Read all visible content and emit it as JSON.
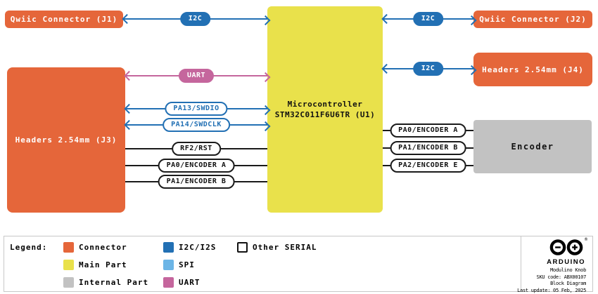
{
  "diagram": {
    "blocks": {
      "j1": {
        "label": "Qwiic Connector (J1)"
      },
      "j2": {
        "label": "Qwiic Connector (J2)"
      },
      "j3": {
        "label": "Headers 2.54mm (J3)"
      },
      "j4": {
        "label": "Headers 2.54mm (J4)"
      },
      "mcu": {
        "label_line1": "Microcontroller",
        "label_line2": "STM32C011F6U6TR (U1)"
      },
      "encoder": {
        "label": "Encoder"
      }
    },
    "connections": [
      {
        "label": "I2C",
        "style": "blue-solid"
      },
      {
        "label": "I2C",
        "style": "blue-solid"
      },
      {
        "label": "I2C",
        "style": "blue-solid"
      },
      {
        "label": "UART",
        "style": "pink-solid"
      },
      {
        "label": "PA13/SWDIO",
        "style": "blue-outline"
      },
      {
        "label": "PA14/SWDCLK",
        "style": "blue-outline"
      },
      {
        "label": "RF2/RST",
        "style": "black-outline"
      },
      {
        "label": "PA0/ENCODER A",
        "style": "black-outline"
      },
      {
        "label": "PA1/ENCODER B",
        "style": "black-outline"
      },
      {
        "label": "PA0/ENCODER A",
        "style": "black-outline"
      },
      {
        "label": "PA1/ENCODER B",
        "style": "black-outline"
      },
      {
        "label": "PA2/ENCODER E",
        "style": "black-outline"
      }
    ]
  },
  "legend": {
    "title": "Legend:",
    "items": [
      {
        "label": "Connector",
        "color": "#E5663A"
      },
      {
        "label": "Main Part",
        "color": "#E9E14B"
      },
      {
        "label": "Internal Part",
        "color": "#C2C2C2"
      },
      {
        "label": "I2C/I2S",
        "color": "#2270B4"
      },
      {
        "label": "SPI",
        "color": "#6CB5E6"
      },
      {
        "label": "UART",
        "color": "#C5669D"
      },
      {
        "label": "Other SERIAL",
        "color": "#FFFFFF"
      }
    ]
  },
  "footer": {
    "brand": "ARDUINO",
    "registered": "®",
    "lines": [
      "Modulino Knob",
      "SKU code: ABX00107",
      "Block Diagram",
      "Last update: 05 Feb, 2025"
    ]
  },
  "colors": {
    "connector_orange": "#E5663A",
    "main_part_yellow": "#E9E14B",
    "internal_part_grey": "#C2C2C2",
    "i2c_blue": "#2270B4",
    "spi_light_blue": "#6CB5E6",
    "uart_pink": "#C5669D",
    "line_black": "#1A1A1A"
  }
}
